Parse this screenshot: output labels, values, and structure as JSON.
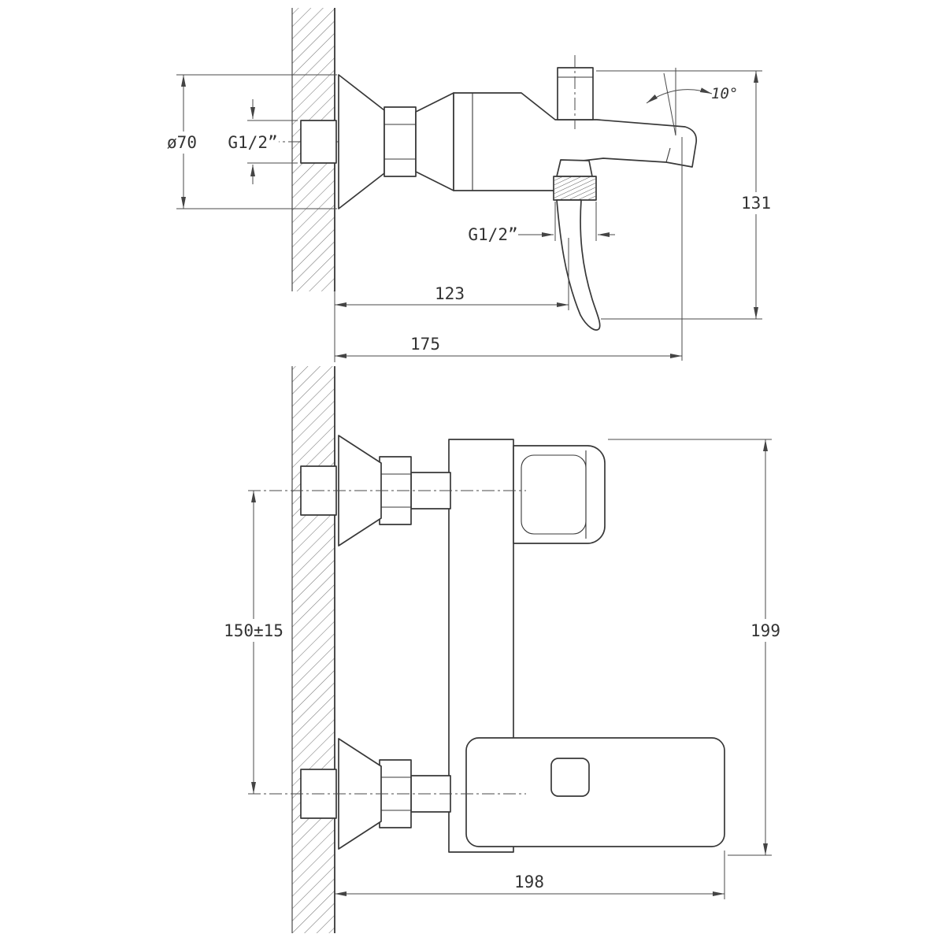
{
  "colors": {
    "line": "#383838",
    "dim_line": "#4a4a4a",
    "background": "#ffffff",
    "text": "#333333"
  },
  "side_view": {
    "diameter": "ø70",
    "inlet_thread": "G1/2”",
    "spout_angle": "10°",
    "height": "131",
    "handle_thread": "G1/2”",
    "depth_to_handle": "123",
    "depth_total": "175"
  },
  "front_view": {
    "inlet_spacing": "150±15",
    "total_height": "199",
    "total_width": "198"
  }
}
